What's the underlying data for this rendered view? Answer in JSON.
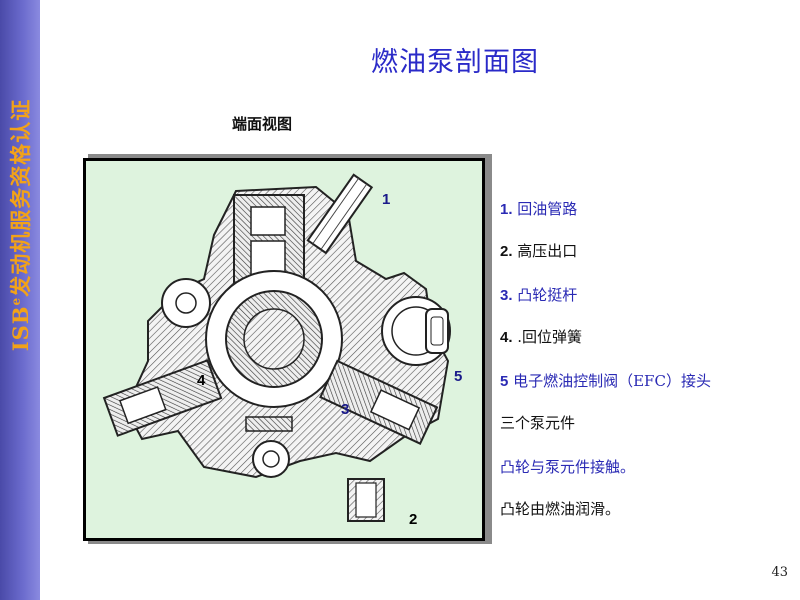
{
  "sidebar": {
    "brand": "ISB",
    "brand_sup": "e",
    "text": "发动机服务资格认证"
  },
  "slide": {
    "title": "燃油泵剖面图",
    "subtitle": "端面视图",
    "page_number": "43"
  },
  "figure": {
    "callouts": [
      "1",
      "2",
      "3",
      "4",
      "5"
    ]
  },
  "legend": [
    {
      "num": "1.",
      "text": " 回油管路",
      "color": "blue"
    },
    {
      "num": "2.",
      "text": " 高压出口",
      "color": "dark"
    },
    {
      "num": "3.",
      "text": " 凸轮挺杆",
      "color": "blue"
    },
    {
      "num": "4.",
      "text": " .回位弹簧",
      "color": "dark"
    },
    {
      "num": "5",
      "text": " 电子燃油控制阀（EFC）接头",
      "color": "blue"
    },
    {
      "num": "",
      "text": "三个泵元件",
      "color": "dark"
    },
    {
      "num": "",
      "text": "凸轮与泵元件接触。",
      "color": "blue"
    },
    {
      "num": "",
      "text": "凸轮由燃油润滑。",
      "color": "dark"
    }
  ],
  "colors": {
    "title": "#2a2ac8",
    "side_text": "#f2a218",
    "figure_bg": "#def3de"
  }
}
